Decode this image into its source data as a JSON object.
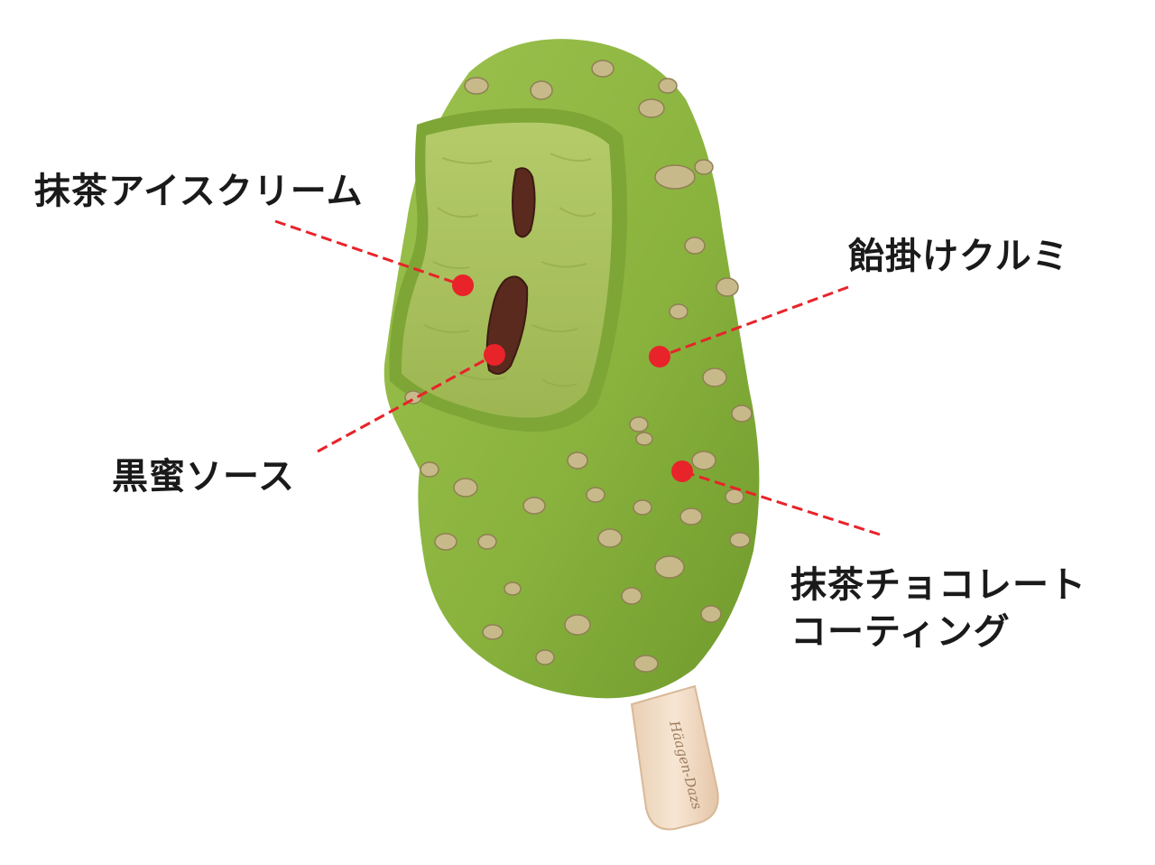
{
  "labels": {
    "matcha_ice_cream": "抹茶アイスクリーム",
    "candied_walnut": "飴掛けクルミ",
    "kuromitsu_sauce": "黒蜜ソース",
    "coating_line1": "抹茶チョコレート",
    "coating_line2": "コーティング"
  },
  "stick_brand_text": "Häagen-Dazs",
  "colors": {
    "leader_line": "#e8232a",
    "marker_dot": "#e8232a",
    "coating_green": "#8db33f",
    "ice_cream_green": "#a9c25c",
    "walnut": "#c8b98a",
    "sauce": "#5a2a1e",
    "stick": "#f1dcc6"
  }
}
